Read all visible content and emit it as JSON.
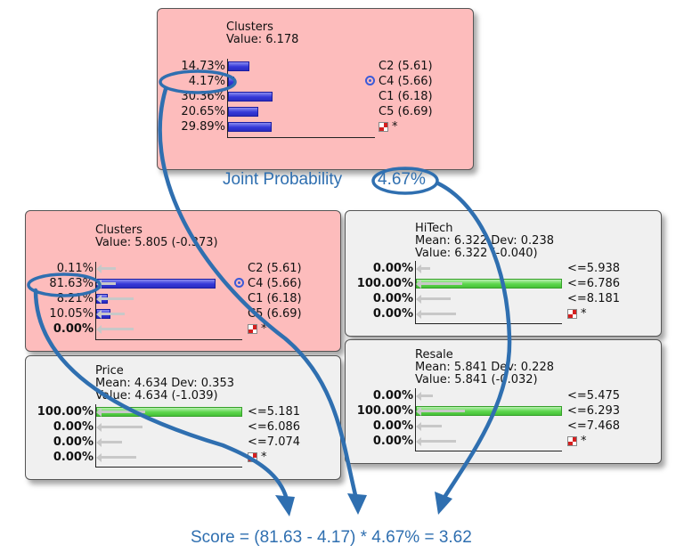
{
  "top_panel": {
    "title": "Clusters",
    "value": "Value: 6.178",
    "rows": [
      {
        "pct": "14.73%",
        "label": "C2 (5.61)",
        "fraction": 0.1473
      },
      {
        "pct": "4.17%",
        "label": "C4 (5.66)",
        "fraction": 0.0417
      },
      {
        "pct": "30.36%",
        "label": "C1 (6.18)",
        "fraction": 0.3036
      },
      {
        "pct": "20.65%",
        "label": "C5 (6.69)",
        "fraction": 0.2065
      },
      {
        "pct": "29.89%",
        "label": "*",
        "fraction": 0.2989
      }
    ]
  },
  "joint": {
    "label": "Joint Probability",
    "value": "4.67%"
  },
  "clusters_panel": {
    "title": "Clusters",
    "value": "Value: 5.805 (-0.373)",
    "rows": [
      {
        "pct": "0.11%",
        "label": "C2 (5.61)",
        "fraction": 0.0011
      },
      {
        "pct": "81.63%",
        "label": "C4 (5.66)",
        "fraction": 0.8163
      },
      {
        "pct": "8.21%",
        "label": "C1 (6.18)",
        "fraction": 0.0821
      },
      {
        "pct": "10.05%",
        "label": "C5 (6.69)",
        "fraction": 0.1005
      },
      {
        "pct": "0.00%",
        "label": "*",
        "fraction": 0.0
      }
    ]
  },
  "hitech_panel": {
    "title": "HiTech",
    "mean": "Mean: 6.322 Dev: 0.238",
    "value": "Value: 6.322 (-0.040)",
    "rows": [
      {
        "pct": "0.00%",
        "label": "<=5.938",
        "fraction": 0.0
      },
      {
        "pct": "100.00%",
        "label": "<=6.786",
        "fraction": 1.0
      },
      {
        "pct": "0.00%",
        "label": "<=8.181",
        "fraction": 0.0
      },
      {
        "pct": "0.00%",
        "label": "*",
        "fraction": 0.0
      }
    ]
  },
  "price_panel": {
    "title": "Price",
    "mean": "Mean: 4.634 Dev: 0.353",
    "value": "Value: 4.634 (-1.039)",
    "rows": [
      {
        "pct": "100.00%",
        "label": "<=5.181",
        "fraction": 1.0
      },
      {
        "pct": "0.00%",
        "label": "<=6.086",
        "fraction": 0.0
      },
      {
        "pct": "0.00%",
        "label": "<=7.074",
        "fraction": 0.0
      },
      {
        "pct": "0.00%",
        "label": "*",
        "fraction": 0.0
      }
    ]
  },
  "resale_panel": {
    "title": "Resale",
    "mean": "Mean: 5.841 Dev: 0.228",
    "value": "Value: 5.841 (-0.032)",
    "rows": [
      {
        "pct": "0.00%",
        "label": "<=5.475",
        "fraction": 0.0
      },
      {
        "pct": "100.00%",
        "label": "<=6.293",
        "fraction": 1.0
      },
      {
        "pct": "0.00%",
        "label": "<=7.468",
        "fraction": 0.0
      },
      {
        "pct": "0.00%",
        "label": "*",
        "fraction": 0.0
      }
    ]
  },
  "score": "Score = (81.63 - 4.17) * 4.67% = 3.62",
  "colors": {
    "pink": "#fdbcbc",
    "grey": "#f0f0f0",
    "annotation": "#2f6fb0"
  }
}
